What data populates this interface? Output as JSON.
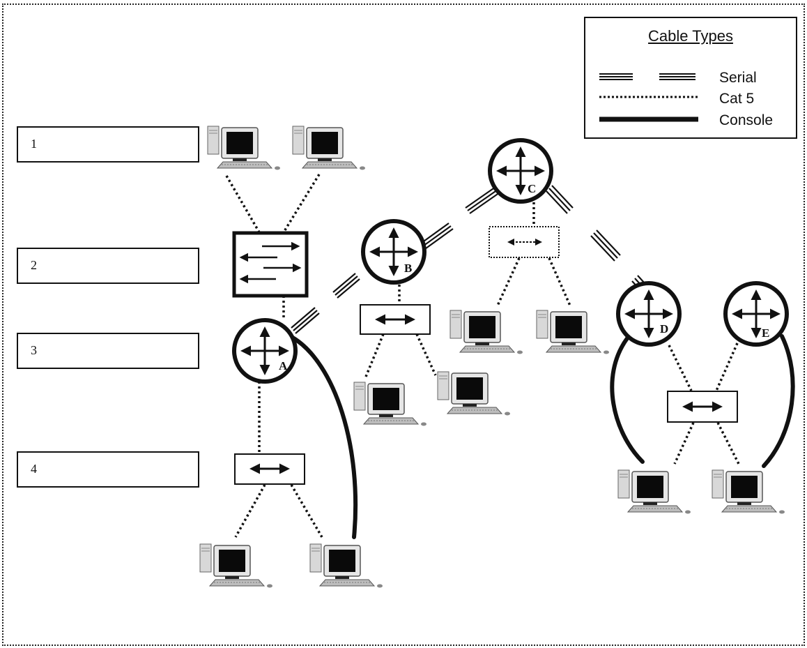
{
  "left_labels": [
    "1",
    "2",
    "3",
    "4"
  ],
  "legend": {
    "title": "Cable Types",
    "items": [
      {
        "label": "Serial",
        "style": "serial"
      },
      {
        "label": "Cat 5",
        "style": "dotted"
      },
      {
        "label": "Console",
        "style": "solid"
      }
    ]
  },
  "routers": [
    "A",
    "B",
    "C",
    "D",
    "E"
  ],
  "colors": {
    "ink": "#111111",
    "monitor_screen": "#0a0a0a",
    "computer_body": "#d8d8d8"
  }
}
